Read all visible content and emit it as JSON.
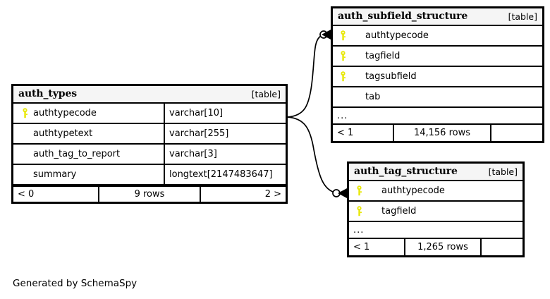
{
  "diagram": {
    "caption": "Generated by SchemaSpy",
    "type_tag": "[table]",
    "ellipsis": "...",
    "key_icon": "primary-key-icon",
    "key_color": "#e8e80a",
    "border_color": "#000000",
    "header_bg": "#f5f5f5",
    "background": "#ffffff"
  },
  "tables": [
    {
      "id": "auth_types",
      "name": "auth_types",
      "tag": "[table]",
      "has_types": true,
      "columns": [
        {
          "name": "authtypecode",
          "type": "varchar[10]",
          "key": true
        },
        {
          "name": "authtypetext",
          "type": "varchar[255]",
          "key": false
        },
        {
          "name": "auth_tag_to_report",
          "type": "varchar[3]",
          "key": false
        },
        {
          "name": "summary",
          "type": "longtext[2147483647]",
          "key": false
        }
      ],
      "has_ellipsis": false,
      "footer": {
        "left": "< 0",
        "middle": "9 rows",
        "right": "2 >"
      }
    },
    {
      "id": "auth_subfield_structure",
      "name": "auth_subfield_structure",
      "tag": "[table]",
      "has_types": false,
      "columns": [
        {
          "name": "authtypecode",
          "type": "",
          "key": true
        },
        {
          "name": "tagfield",
          "type": "",
          "key": true
        },
        {
          "name": "tagsubfield",
          "type": "",
          "key": true
        },
        {
          "name": "tab",
          "type": "",
          "key": false
        }
      ],
      "has_ellipsis": true,
      "footer": {
        "left": "< 1",
        "middle": "14,156 rows",
        "right": ""
      }
    },
    {
      "id": "auth_tag_structure",
      "name": "auth_tag_structure",
      "tag": "[table]",
      "has_types": false,
      "columns": [
        {
          "name": "authtypecode",
          "type": "",
          "key": true
        },
        {
          "name": "tagfield",
          "type": "",
          "key": true
        }
      ],
      "has_ellipsis": true,
      "footer": {
        "left": "< 1",
        "middle": "1,265 rows",
        "right": ""
      }
    }
  ],
  "relationships": [
    {
      "id": "auth_types-to-auth_subfield_structure",
      "from_table": "auth_types",
      "from_column": "authtypecode",
      "to_table": "auth_subfield_structure",
      "to_column": "authtypecode",
      "notation": "zero-or-more"
    },
    {
      "id": "auth_types-to-auth_tag_structure",
      "from_table": "auth_types",
      "from_column": "authtypecode",
      "to_table": "auth_tag_structure",
      "to_column": "authtypecode",
      "notation": "zero-or-more"
    }
  ]
}
